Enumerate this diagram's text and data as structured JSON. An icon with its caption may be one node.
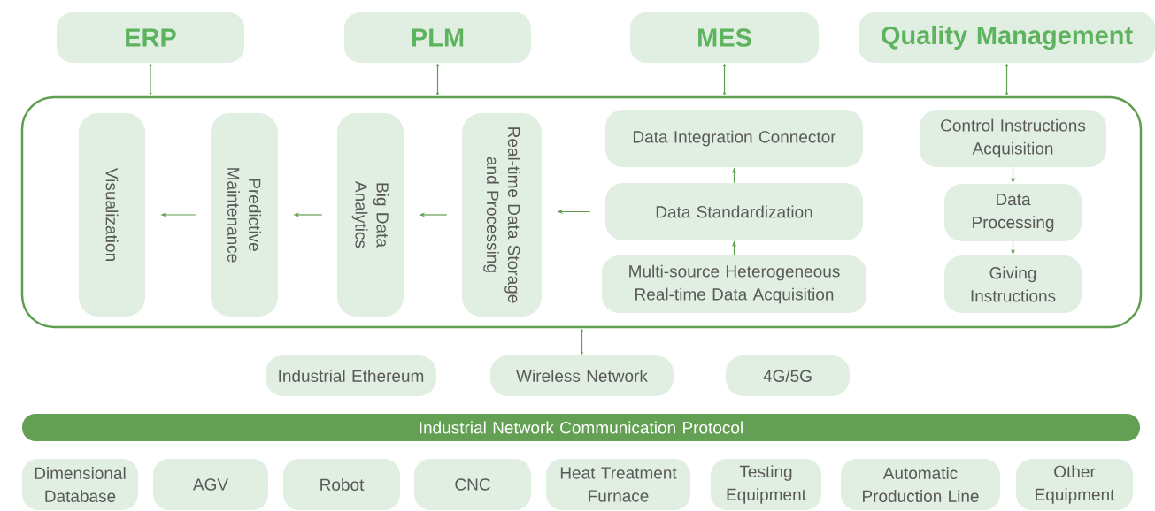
{
  "diagram": {
    "nodes": [
      {
        "text": [
          "ERP"
        ]
      },
      {
        "text": [
          "PLM"
        ]
      },
      {
        "text": [
          "MES"
        ]
      },
      {
        "text": [
          "Quality Management"
        ]
      },
      {
        "text": [],
        "shape": "box"
      },
      {
        "text": [
          "Visualization"
        ],
        "in": 4
      },
      {
        "text": [
          "Predictive Maintenance"
        ],
        "in": 4
      },
      {
        "text": [
          "Big Data Analytics"
        ],
        "in": 4
      },
      {
        "text": [
          "Real-time Data Storage and Processing"
        ],
        "in": 4
      },
      {
        "text": [
          "Data Integration Connector"
        ],
        "in": 4
      },
      {
        "text": [
          "Data Standardization"
        ],
        "in": 4
      },
      {
        "text": [
          "Multi-source Heterogeneous Real-time Data Acquisition"
        ],
        "in": 4
      },
      {
        "text": [
          "Control Instructions Acquisition"
        ],
        "in": 4
      },
      {
        "text": [
          "Data Processing"
        ],
        "in": 4
      },
      {
        "text": [
          "Giving Instructions"
        ],
        "in": 4
      },
      {
        "text": [
          "Industrial Ethereum"
        ]
      },
      {
        "text": [
          "Wireless Network"
        ]
      },
      {
        "text": [
          "4G/5G"
        ]
      },
      {
        "text": [
          "Industrial Network Communication Protocol"
        ]
      },
      {
        "text": [
          "Dimensional Database"
        ]
      },
      {
        "text": [
          "AGV"
        ]
      },
      {
        "text": [
          "Robot"
        ]
      },
      {
        "text": [
          "CNC"
        ]
      },
      {
        "text": [
          "Heat Treatment Furnace"
        ]
      },
      {
        "text": [
          "Testing Equipment"
        ]
      },
      {
        "text": [
          "Automatic Production Line"
        ]
      },
      {
        "text": [
          "Other Equipment"
        ]
      }
    ],
    "edges": [
      {
        "from": 0,
        "to": 4,
        "arrow": "both"
      },
      {
        "from": 1,
        "to": 4,
        "arrow": "both"
      },
      {
        "from": 2,
        "to": 4,
        "arrow": "both"
      },
      {
        "from": 3,
        "to": 4,
        "arrow": "both"
      },
      {
        "from": 10,
        "to": 8,
        "arrow": "to"
      },
      {
        "from": 8,
        "to": 7,
        "arrow": "to"
      },
      {
        "from": 7,
        "to": 6,
        "arrow": "to"
      },
      {
        "from": 6,
        "to": 5,
        "arrow": "to"
      },
      {
        "from": 11,
        "to": 10,
        "arrow": "to"
      },
      {
        "from": 10,
        "to": 9,
        "arrow": "to"
      },
      {
        "from": 12,
        "to": 13,
        "arrow": "to"
      },
      {
        "from": 13,
        "to": 14,
        "arrow": "to"
      },
      {
        "from": 4,
        "to": 16,
        "arrow": "both"
      }
    ]
  }
}
